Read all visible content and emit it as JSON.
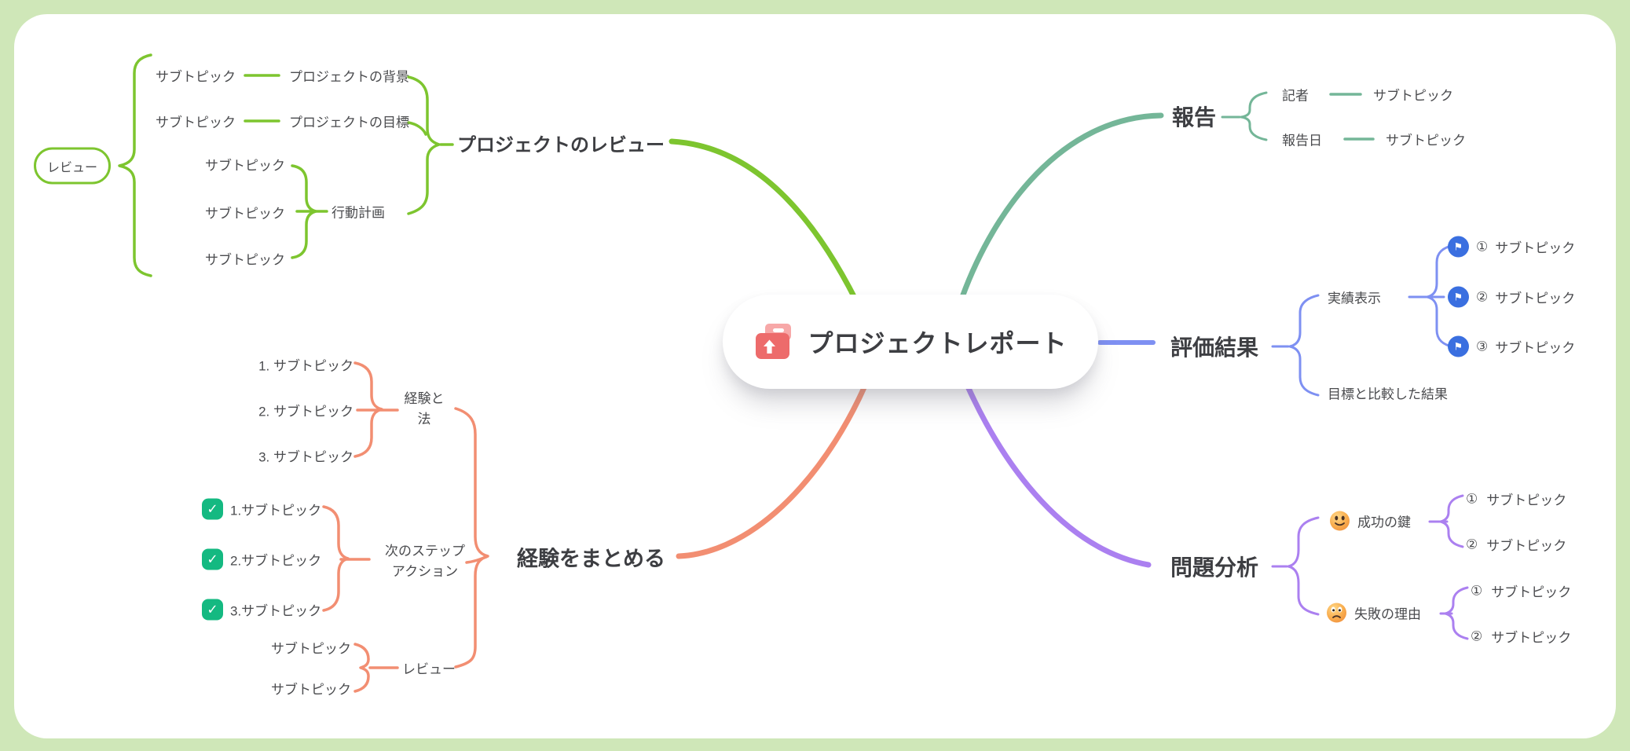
{
  "colors": {
    "page_background": "#cfe7b8",
    "canvas_background": "#ffffff",
    "branch_green": "#7dc52f",
    "branch_teal": "#74b698",
    "branch_blue": "#7e90f2",
    "branch_purple": "#ab80f0",
    "branch_salmon": "#f28e72",
    "checkbox_green": "#14b981",
    "flag_blue": "#3a6fe0",
    "folder_red": "#ed6b6b",
    "folder_red_light": "#f7a8a8",
    "text_primary": "#3d3e42",
    "text_secondary": "#4a4b4e"
  },
  "root": {
    "label": "プロジェクトレポート",
    "icon": "folder-upload-icon"
  },
  "glyphs": {
    "checkmark": "✓",
    "flag": "⚑"
  },
  "left_top": {
    "main_label": "プロジェクトのレビュー",
    "summary_label": "レビュー",
    "subtopics": [
      "サブトピック",
      "サブトピック",
      "サブトピック",
      "サブトピック",
      "サブトピック"
    ],
    "topics": {
      "background": "プロジェクトの背景",
      "goal": "プロジェクトの目標",
      "action_plan": "行動計画"
    }
  },
  "left_bottom": {
    "main_label": "経験をまとめる",
    "groups": [
      {
        "topic_line1": "経験と",
        "topic_line2": "法",
        "subs": [
          "1. サブトピック",
          "2. サブトピック",
          "3. サブトピック"
        ]
      },
      {
        "topic_line1": "次のステップ",
        "topic_line2": "アクション",
        "subs": [
          "1.サブトピック",
          "2.サブトピック",
          "3.サブトピック"
        ]
      },
      {
        "topic_line1": "レビュー",
        "subs": [
          "サブトピック",
          "サブトピック"
        ]
      }
    ]
  },
  "right_top": {
    "main_label": "報告",
    "rows": [
      {
        "topic": "記者",
        "sub": "サブトピック"
      },
      {
        "topic": "報告日",
        "sub": "サブトピック"
      }
    ]
  },
  "right_middle": {
    "main_label": "評価結果",
    "topic1": "実績表示",
    "topic1_subs": [
      {
        "num": "①",
        "label": "サブトピック"
      },
      {
        "num": "②",
        "label": "サブトピック"
      },
      {
        "num": "③",
        "label": "サブトピック"
      }
    ],
    "topic2": "目標と比較した結果"
  },
  "right_bottom": {
    "main_label": "問題分析",
    "topic1": {
      "label": "成功の鍵",
      "emoji": "smiling-face",
      "subs": [
        {
          "num": "①",
          "label": "サブトピック"
        },
        {
          "num": "②",
          "label": "サブトピック"
        }
      ]
    },
    "topic2": {
      "label": "失敗の理由",
      "emoji": "worried-face",
      "subs": [
        {
          "num": "①",
          "label": "サブトピック"
        },
        {
          "num": "②",
          "label": "サブトピック"
        }
      ]
    }
  }
}
